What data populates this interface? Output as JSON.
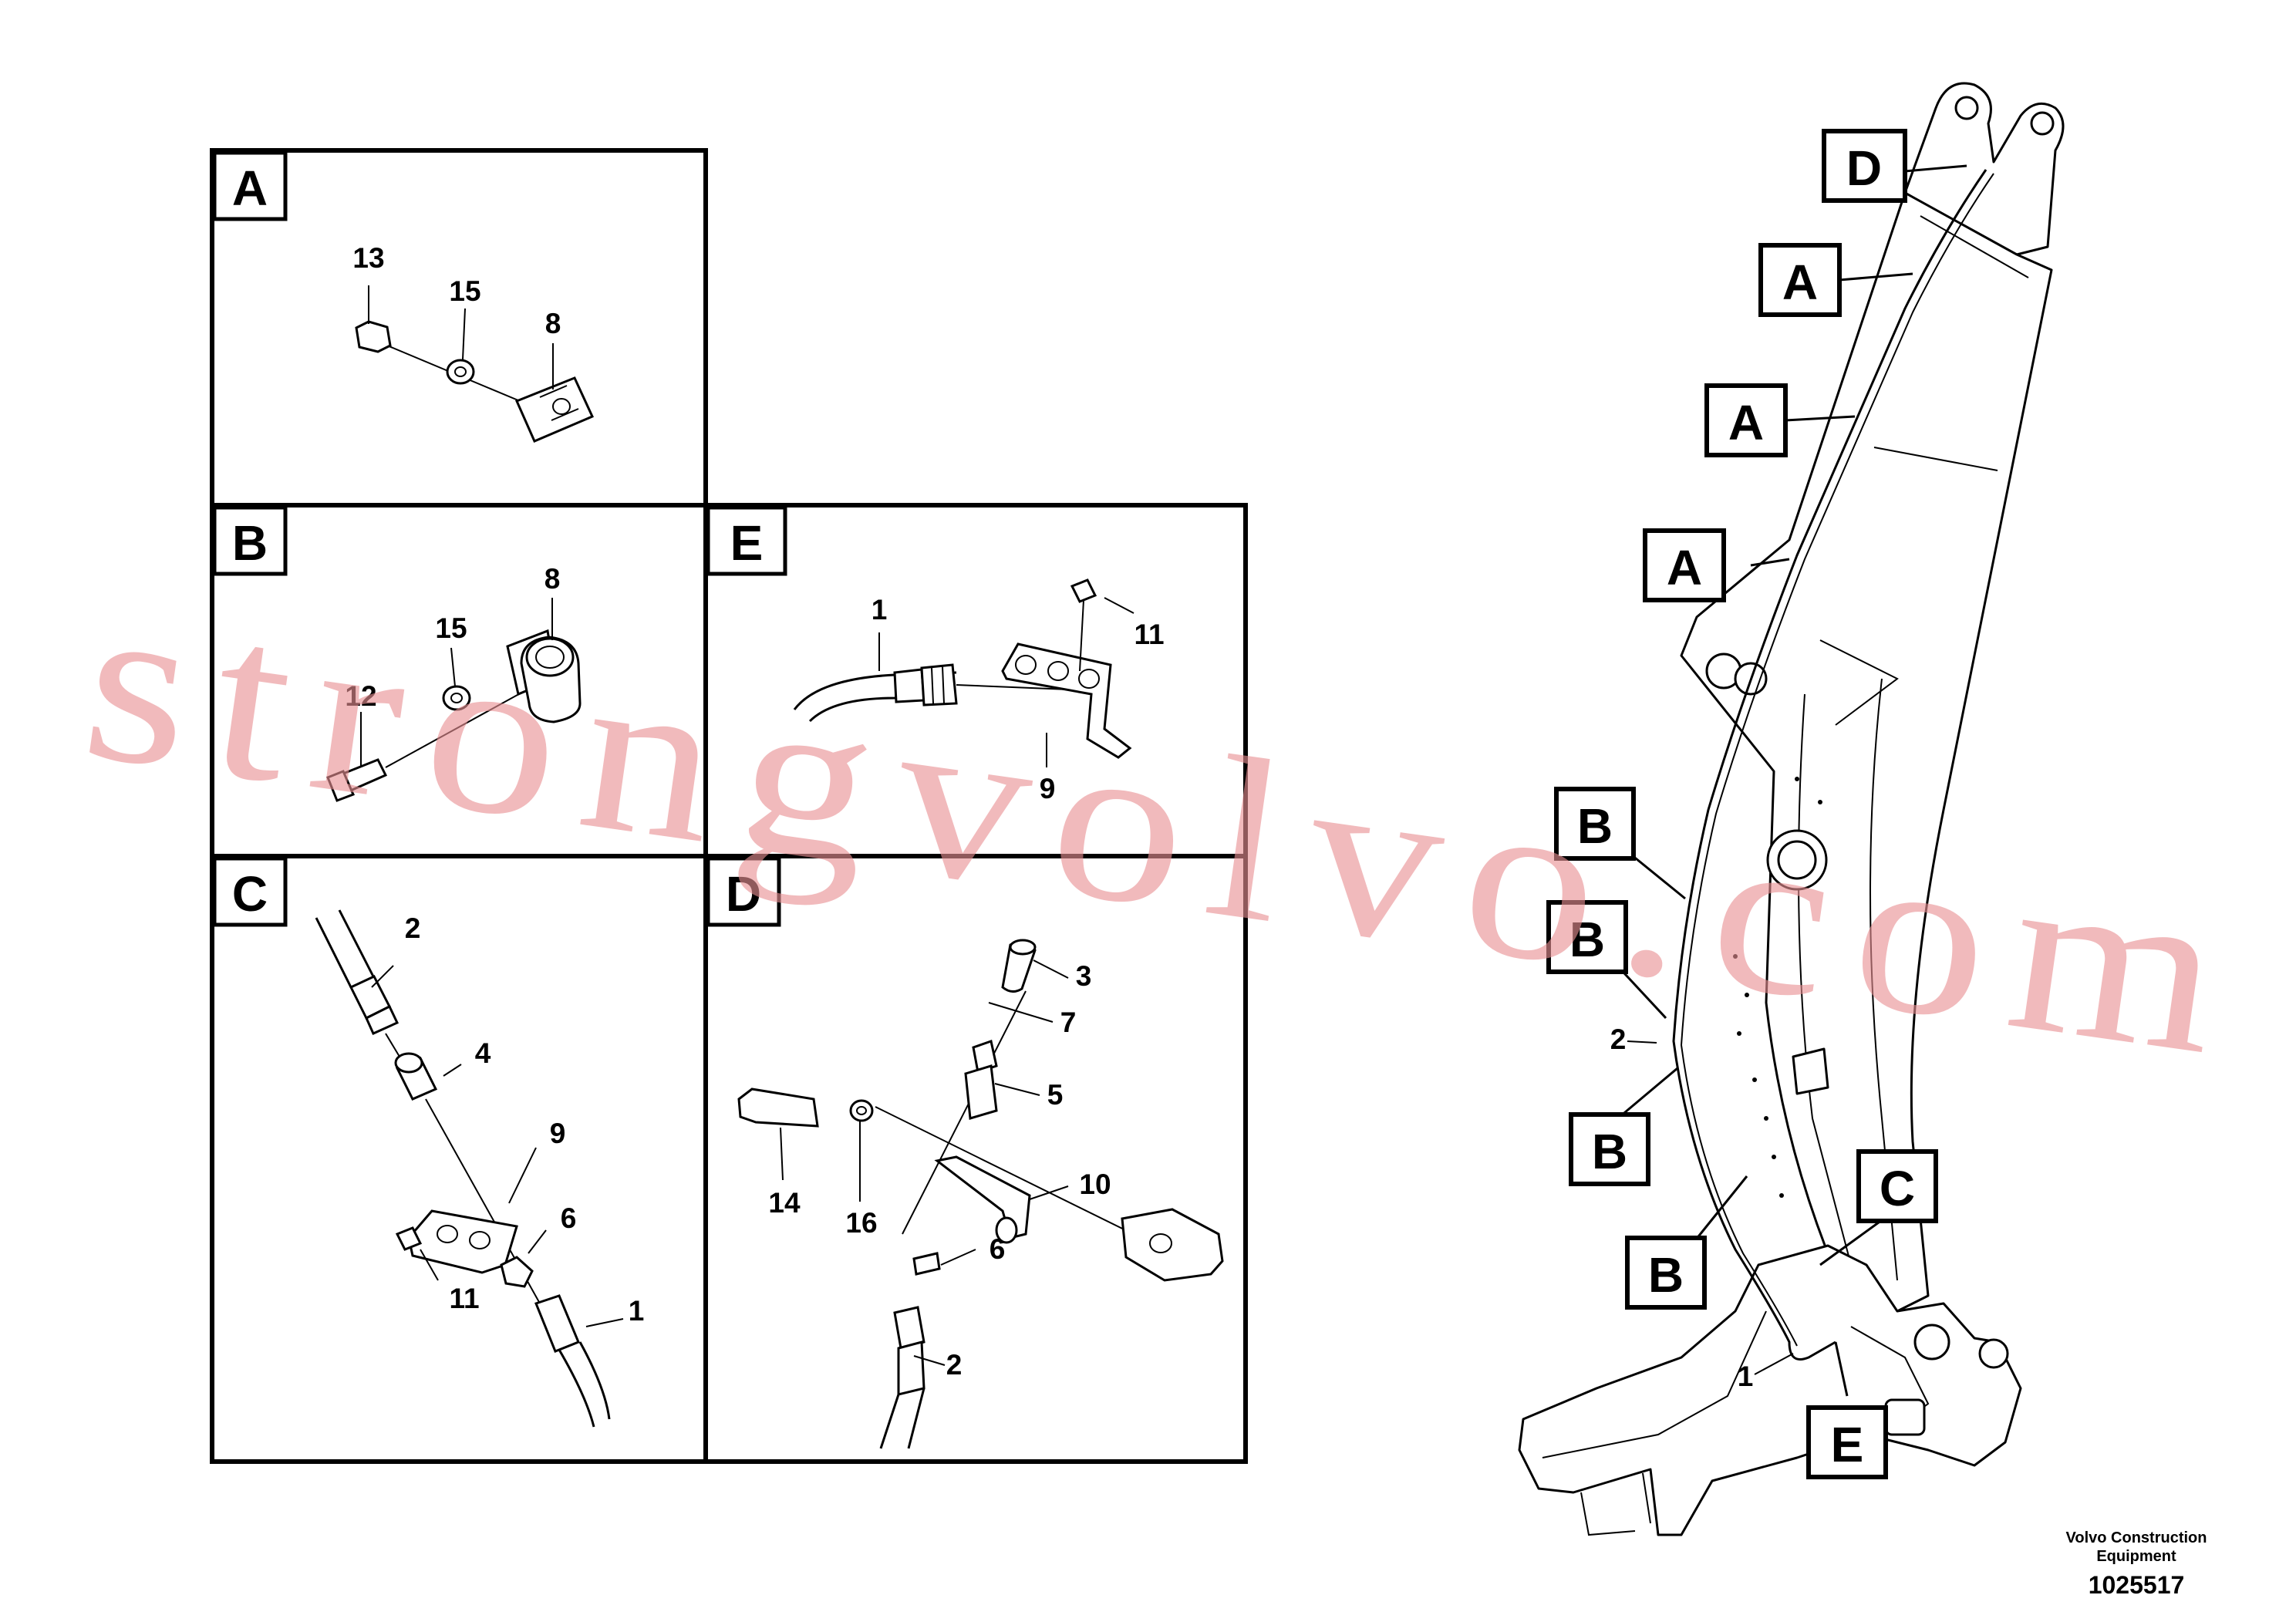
{
  "panels": {
    "A": {
      "label": "A",
      "parts": [
        "13",
        "15",
        "8"
      ]
    },
    "B": {
      "label": "B",
      "parts": [
        "12",
        "15",
        "8"
      ]
    },
    "C": {
      "label": "C",
      "parts": [
        "2",
        "4",
        "9",
        "6",
        "11",
        "1"
      ]
    },
    "D": {
      "label": "D",
      "parts": [
        "3",
        "7",
        "5",
        "10",
        "14",
        "16",
        "6",
        "2"
      ]
    },
    "E": {
      "label": "E",
      "parts": [
        "1",
        "11",
        "9"
      ]
    }
  },
  "main_view": {
    "markers": [
      "D",
      "A",
      "A",
      "A",
      "B",
      "B",
      "B",
      "B",
      "C",
      "E"
    ],
    "parts": [
      "2",
      "1"
    ]
  },
  "watermark": "strongvolvo.com",
  "caption": {
    "line1": "Volvo Construction",
    "line2": "Equipment",
    "doc_number": "1025517"
  }
}
